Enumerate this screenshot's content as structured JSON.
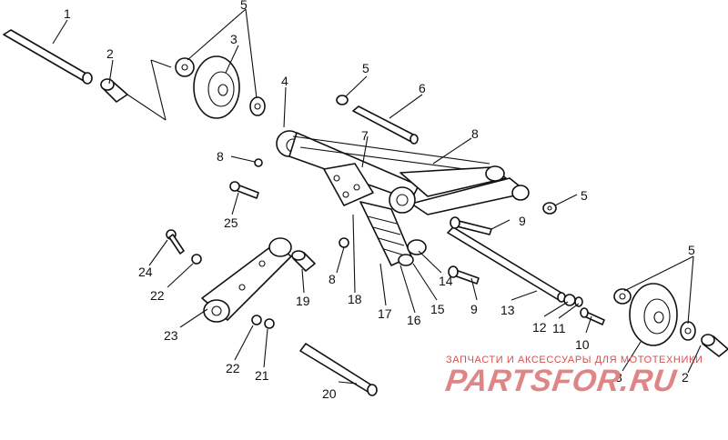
{
  "diagram": {
    "callouts": [
      {
        "id": "c1",
        "text": "1"
      },
      {
        "id": "c2a",
        "text": "2"
      },
      {
        "id": "c2b",
        "text": "2"
      },
      {
        "id": "c3a",
        "text": "3"
      },
      {
        "id": "c3b",
        "text": "3"
      },
      {
        "id": "c4",
        "text": "4"
      },
      {
        "id": "c5a",
        "text": "5"
      },
      {
        "id": "c5b",
        "text": "5"
      },
      {
        "id": "c5c",
        "text": "5"
      },
      {
        "id": "c5d",
        "text": "5"
      },
      {
        "id": "c6",
        "text": "6"
      },
      {
        "id": "c7",
        "text": "7"
      },
      {
        "id": "c8a",
        "text": "8"
      },
      {
        "id": "c8b",
        "text": "8"
      },
      {
        "id": "c8c",
        "text": "8"
      },
      {
        "id": "c9a",
        "text": "9"
      },
      {
        "id": "c9b",
        "text": "9"
      },
      {
        "id": "c10",
        "text": "10"
      },
      {
        "id": "c11",
        "text": "11"
      },
      {
        "id": "c12",
        "text": "12"
      },
      {
        "id": "c13",
        "text": "13"
      },
      {
        "id": "c14",
        "text": "14"
      },
      {
        "id": "c15",
        "text": "15"
      },
      {
        "id": "c16",
        "text": "16"
      },
      {
        "id": "c17",
        "text": "17"
      },
      {
        "id": "c18",
        "text": "18"
      },
      {
        "id": "c19",
        "text": "19"
      },
      {
        "id": "c20",
        "text": "20"
      },
      {
        "id": "c21",
        "text": "21"
      },
      {
        "id": "c22a",
        "text": "22"
      },
      {
        "id": "c22b",
        "text": "22"
      },
      {
        "id": "c23",
        "text": "23"
      },
      {
        "id": "c24",
        "text": "24"
      },
      {
        "id": "c25",
        "text": "25"
      }
    ]
  },
  "watermark": {
    "tagline": "ЗАПЧАСТИ И АКСЕССУАРЫ ДЛЯ МОТОТЕХНИКИ",
    "logo": "PARTSFOR.RU",
    "color": "#e08585"
  }
}
